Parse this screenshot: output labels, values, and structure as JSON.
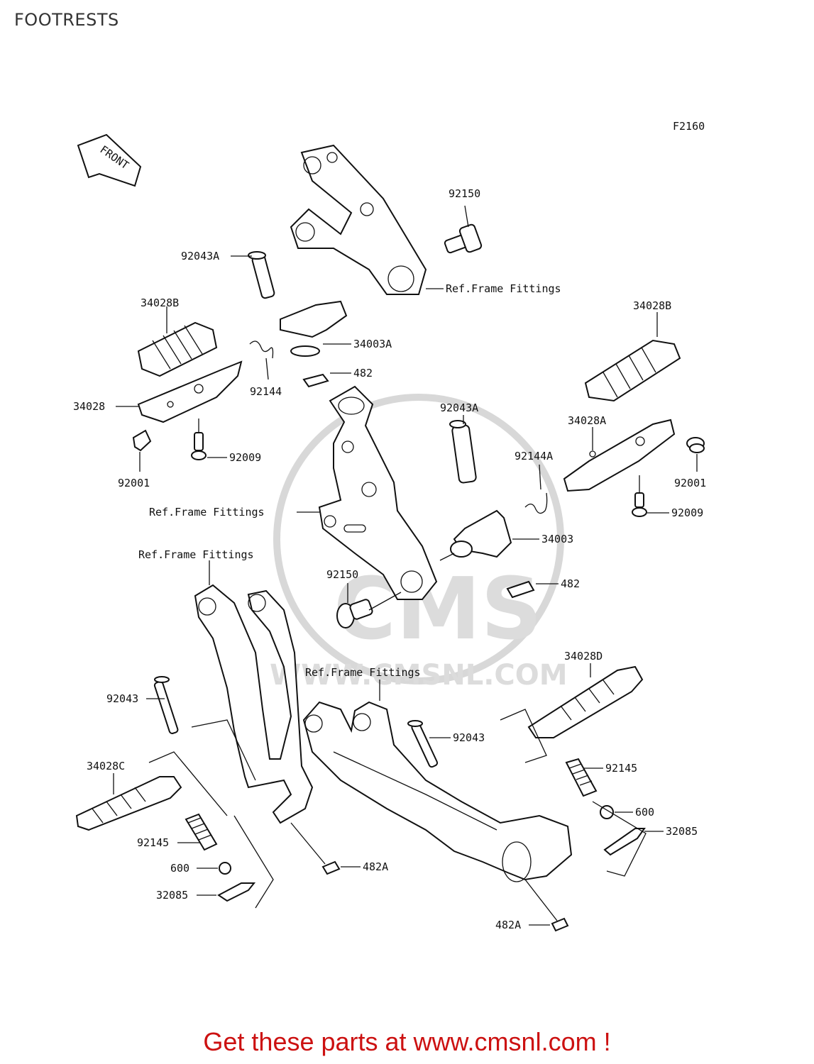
{
  "page": {
    "title": "FOOTRESTS"
  },
  "diagram": {
    "figure_code": "F2160",
    "front_badge": "FRONT",
    "watermark": {
      "brand": "CMS",
      "url": "WWW.CMSNL.COM"
    },
    "labels": {
      "p92150_top": "92150",
      "p92043A_top": "92043A",
      "ref_frame_top": "Ref.Frame Fittings",
      "p34028B_left": "34028B",
      "p34003A": "34003A",
      "p482_top": "482",
      "p92144": "92144",
      "p34028": "34028",
      "p92009_left": "92009",
      "p92001_left": "92001",
      "p34028B_right": "34028B",
      "p92043A_mid": "92043A",
      "p34028A": "34028A",
      "p92144A": "92144A",
      "p92001_right": "92001",
      "p92009_right": "92009",
      "ref_frame_mid": "Ref.Frame Fittings",
      "p34003": "34003",
      "ref_frame_left": "Ref.Frame Fittings",
      "p92150_mid": "92150",
      "p482_mid": "482",
      "p34028D": "34028D",
      "ref_frame_bottom": "Ref.Frame Fittings",
      "p92043_left": "92043",
      "p92043_right": "92043",
      "p34028C": "34028C",
      "p92145_right": "92145",
      "p600_right": "600",
      "p32085_right": "32085",
      "p92145_left": "92145",
      "p600_left": "600",
      "p32085_left": "32085",
      "p482A_mid": "482A",
      "p482A_bottom": "482A"
    }
  },
  "footer": {
    "cta": "Get these parts at www.cmsnl.com !"
  }
}
